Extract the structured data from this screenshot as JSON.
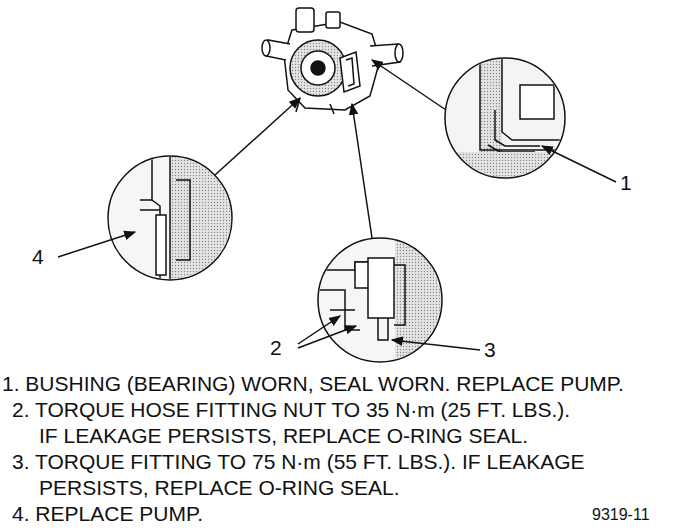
{
  "diagram": {
    "labels": [
      "1",
      "2",
      "3",
      "4",
      "1. BUSHING (BEARING) WORN, SEAL WORN. REPLACE PUMP.",
      "2. TORQUE HOSE FITTING NUT TO 35 N·m (25 FT. LBS.). IF LEAKAGE PERSISTS, REPLACE O-RING SEAL.",
      "3. TORQUE FITTING TO 75 N·m (55 FT. LBS.). IF LEAKAGE PERSISTS, REPLACE O-RING SEAL.",
      "4. REPLACE PUMP.",
      "9319-11"
    ]
  }
}
